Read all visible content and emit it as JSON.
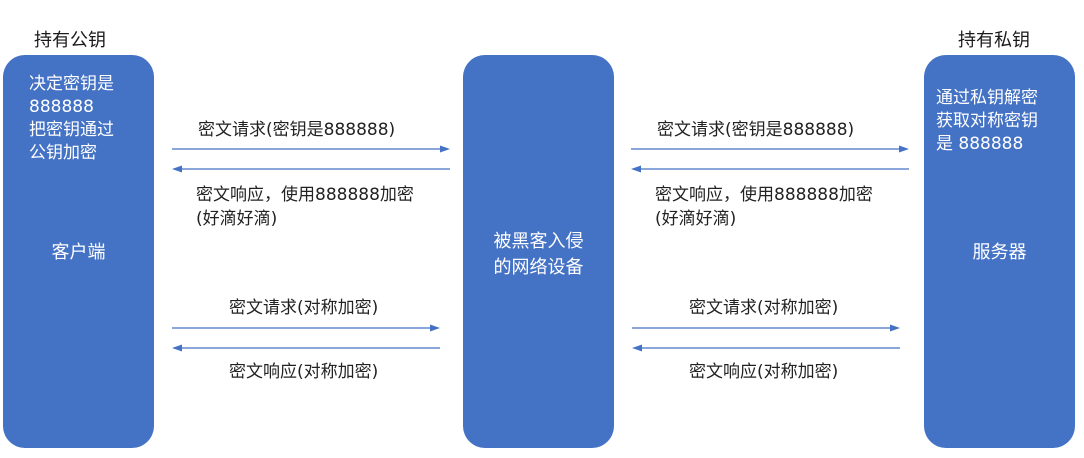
{
  "client": {
    "caption": "持有公钥",
    "note_lines": [
      "决定密钥是",
      "888888",
      "把密钥通过",
      "公钥加密"
    ],
    "label": "客户端"
  },
  "middle": {
    "label_lines": [
      "被黑客入侵",
      "的网络设备"
    ]
  },
  "server": {
    "caption": "持有私钥",
    "note_lines": [
      "通过私钥解密",
      "获取对称密钥",
      "是 888888"
    ],
    "label": "服务器"
  },
  "left_messages": {
    "req1": "密文请求(密钥是888888)",
    "resp1_lines": [
      "密文响应，使用888888加密",
      "(好滴好滴)"
    ],
    "req2": "密文请求(对称加密)",
    "resp2": "密文响应(对称加密)"
  },
  "right_messages": {
    "req1": "密文请求(密钥是888888)",
    "resp1_lines": [
      "密文响应，使用888888加密",
      "(好滴好滴)"
    ],
    "req2": "密文请求(对称加密)",
    "resp2": "密文响应(对称加密)"
  },
  "colors": {
    "box": "#4472c4",
    "arrow": "#4472c4"
  }
}
